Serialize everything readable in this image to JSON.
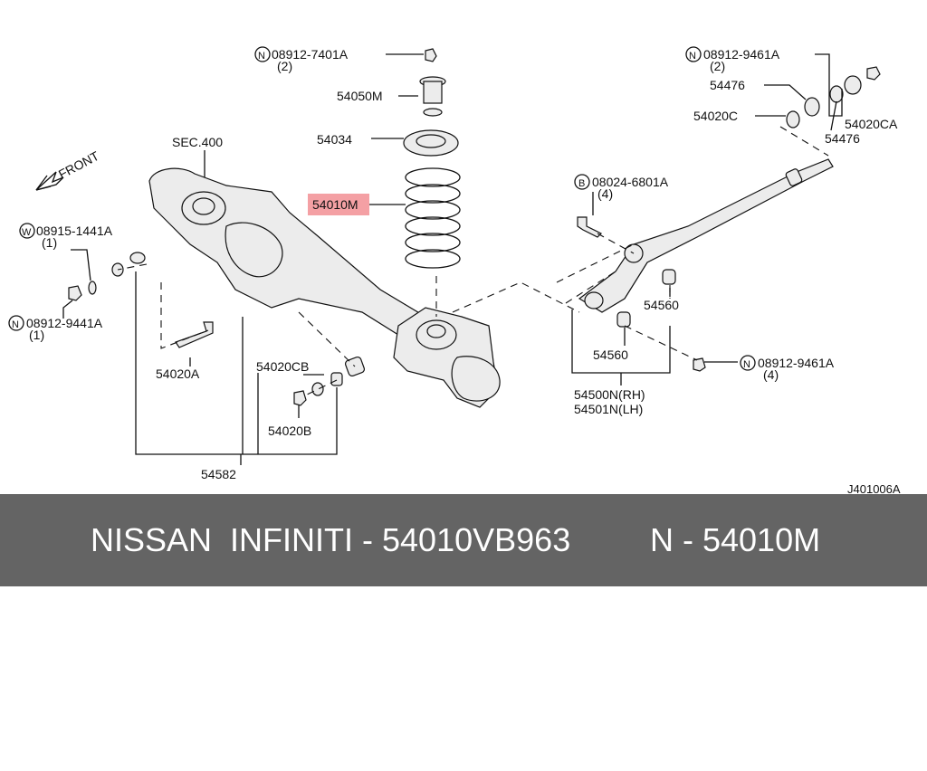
{
  "diagram": {
    "front_label": "FRONT",
    "sec_label": "SEC.400",
    "ref_code": "J401006A",
    "highlight_color": "#f4a0a4",
    "labels": {
      "n_08912_7401a": "08912-7401A",
      "n_08912_7401a_qty": "(2)",
      "p_54050m": "54050M",
      "p_54034": "54034",
      "p_54010m": "54010M",
      "n_08912_9461a_top": "08912-9461A",
      "n_08912_9461a_top_qty": "(2)",
      "p_54476_a": "54476",
      "p_54020c": "54020C",
      "p_54020ca": "54020CA",
      "p_54476_b": "54476",
      "b_08024_6801a": "08024-6801A",
      "b_08024_6801a_qty": "(4)",
      "w_08915_1441a": "08915-1441A",
      "w_08915_1441a_qty": "(1)",
      "n_08912_9441a": "08912-9441A",
      "n_08912_9441a_qty": "(1)",
      "p_54020a": "54020A",
      "p_54020cb": "54020CB",
      "p_54020b": "54020B",
      "p_54582": "54582",
      "p_54560_a": "54560",
      "p_54560_b": "54560",
      "p_54500n": "54500N(RH)",
      "p_54501n": "54501N(LH)",
      "n_08912_9461a_low": "08912-9461A",
      "n_08912_9461a_low_qty": "(4)"
    },
    "prefix": {
      "n": "N",
      "b": "B",
      "w": "W"
    }
  },
  "footer": {
    "brand": "NISSAN  INFINITI - 54010VB963",
    "code": "N - 54010M"
  }
}
